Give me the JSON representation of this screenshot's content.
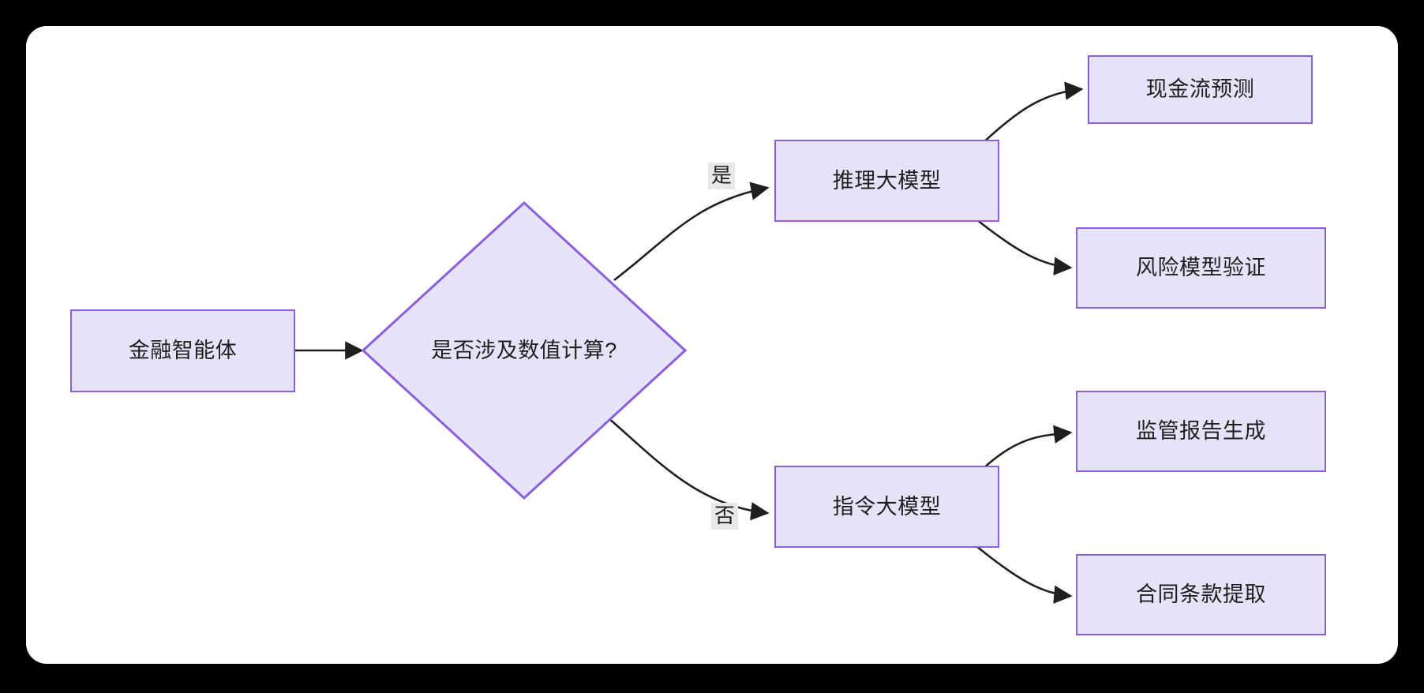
{
  "diagram": {
    "type": "flowchart",
    "direction": "left-to-right",
    "canvas": {
      "background_color": "#000000",
      "panel_color": "#ffffff"
    },
    "style": {
      "node_fill": "#e6e2f8",
      "node_border": "#8b5fd9",
      "text_color": "#1f1f1f",
      "edge_color": "#1f1f1f",
      "edge_label_background": "#e8e8e8"
    },
    "nodes": [
      {
        "id": "start",
        "label": "金融智能体",
        "shape": "rectangle"
      },
      {
        "id": "decide",
        "label": "是否涉及数值计算?",
        "shape": "diamond"
      },
      {
        "id": "reason",
        "label": "推理大模型",
        "shape": "rectangle"
      },
      {
        "id": "instruct",
        "label": "指令大模型",
        "shape": "rectangle"
      },
      {
        "id": "cashflow",
        "label": "现金流预测",
        "shape": "rectangle"
      },
      {
        "id": "risk",
        "label": "风险模型验证",
        "shape": "rectangle"
      },
      {
        "id": "report",
        "label": "监管报告生成",
        "shape": "rectangle"
      },
      {
        "id": "contract",
        "label": "合同条款提取",
        "shape": "rectangle"
      }
    ],
    "edges": [
      {
        "from": "start",
        "to": "decide",
        "label": ""
      },
      {
        "from": "decide",
        "to": "reason",
        "label": "是"
      },
      {
        "from": "decide",
        "to": "instruct",
        "label": "否"
      },
      {
        "from": "reason",
        "to": "cashflow",
        "label": ""
      },
      {
        "from": "reason",
        "to": "risk",
        "label": ""
      },
      {
        "from": "instruct",
        "to": "report",
        "label": ""
      },
      {
        "from": "instruct",
        "to": "contract",
        "label": ""
      }
    ]
  }
}
